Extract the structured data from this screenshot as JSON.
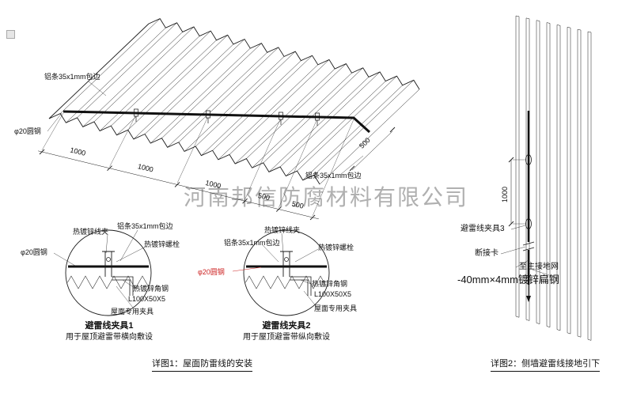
{
  "company_watermark": "河南邦信防腐材料有限公司",
  "roof_drawing": {
    "label_alu_edge_top": "铝条35x1mm包边",
    "label_round_steel": "φ20圆钢",
    "label_alu_edge_right": "铝条35x1mm包边",
    "dims_bottom": [
      "1000",
      "1000",
      "1000",
      "500",
      "500"
    ],
    "dim_right": "500"
  },
  "clamp_detail_1": {
    "title": "避雷线夹具1",
    "subtitle": "用于屋顶避雷带横向敷设",
    "label_wire_clip": "热镀锌线夹",
    "label_alu_edge": "铝条35x1mm包边",
    "label_bolt": "热镀锌螺栓",
    "label_round_steel": "φ20圆钢",
    "label_angle_steel": "热镀锌角钢",
    "label_angle_spec": "L100X50X5",
    "label_roof_clamp": "屋面专用夹具"
  },
  "clamp_detail_2": {
    "title": "避雷线夹具2",
    "subtitle": "用于屋顶避雷带纵向敷设",
    "label_wire_clip": "热镀锌线夹",
    "label_alu_edge": "铝条35x1mm包边",
    "label_bolt": "热镀锌螺栓",
    "label_round_steel": "φ20圆钢",
    "label_angle_steel": "热镀锌角钢",
    "label_angle_spec": "L100X50X5",
    "label_roof_clamp": "屋面专用夹具"
  },
  "caption_detail_1": "详图1：屋面防雷线的安装",
  "wall_drawing": {
    "caption": "详图2：侧墙避雷线接地引下",
    "label_clamp_3": "避雷线夹具3",
    "label_disconnect": "断接卡",
    "label_to_ground": "至主接地网",
    "label_flat_steel": "-40mm×4mm镀锌扁钢",
    "dim_vertical": "1000"
  },
  "colors": {
    "line": "#1a1a1a",
    "accent_red": "#cc2020",
    "watermark": "#a3a3a3"
  }
}
